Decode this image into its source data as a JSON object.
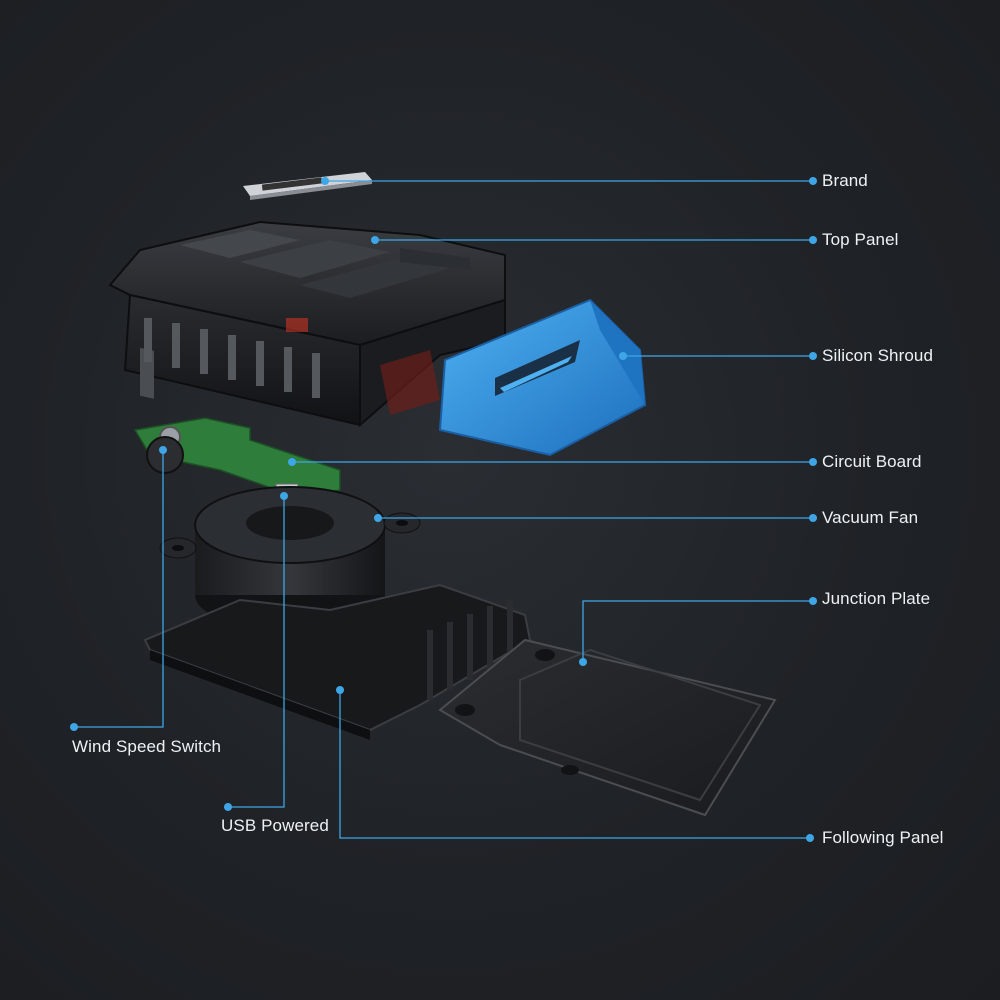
{
  "colors": {
    "background": "#1f2226",
    "leader_line": "#3ea6e6",
    "dot": "#3ea6e6",
    "label_text": "#eef2f5",
    "shroud_blue": "#2f8fd8",
    "circuit_green": "#2e7d3a",
    "housing_dark": "#1a1b1d"
  },
  "callouts": {
    "brand": "Brand",
    "top_panel": "Top Panel",
    "silicon_shroud": "Silicon Shroud",
    "circuit_board": "Circuit Board",
    "vacuum_fan": "Vacuum Fan",
    "junction_plate": "Junction Plate",
    "following_panel": "Following Panel",
    "wind_speed_switch": "Wind Speed Switch",
    "usb_powered": "USB Powered"
  }
}
